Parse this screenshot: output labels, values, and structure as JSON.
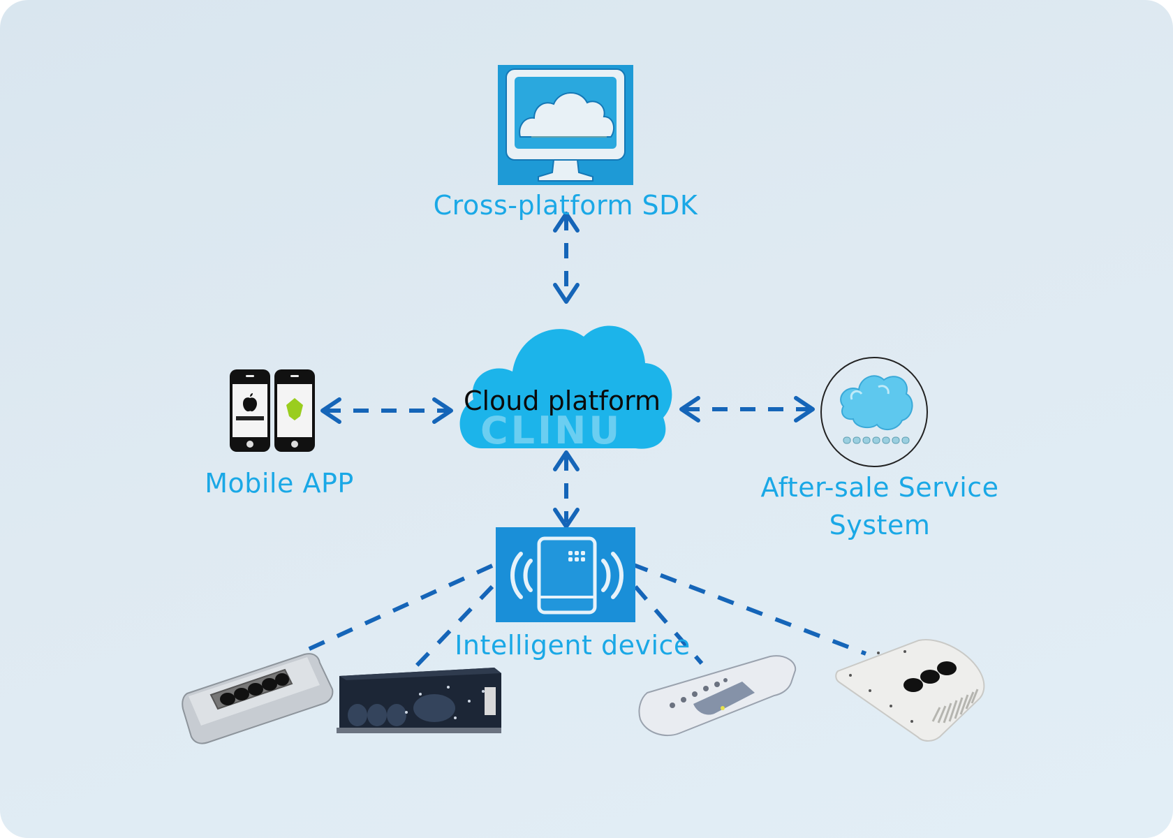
{
  "diagram": {
    "title": "Cloud platform architecture",
    "nodes": {
      "cloud_platform": {
        "label": "Cloud platform",
        "icon": "cloud-icon"
      },
      "sdk": {
        "label": "Cross-platform SDK",
        "icon": "monitor-cloud-icon"
      },
      "mobile_app": {
        "label": "Mobile APP",
        "icon": "smartphones-icon"
      },
      "after_sale": {
        "label_line1": "After-sale Service",
        "label_line2": "System",
        "icon": "service-cloud-icon"
      },
      "intelligent_device": {
        "label": "Intelligent device",
        "icon": "wireless-device-icon"
      }
    },
    "devices": [
      {
        "name": "roof-ac-unit-silver",
        "icon": "ac-unit-icon"
      },
      {
        "name": "duct-unit-dark",
        "icon": "duct-unit-icon"
      },
      {
        "name": "slim-ac-unit",
        "icon": "ac-unit-icon"
      },
      {
        "name": "white-ac-unit",
        "icon": "ac-unit-icon"
      }
    ],
    "edges": [
      {
        "from": "sdk",
        "to": "cloud_platform",
        "style": "dashed",
        "direction": "bidirectional"
      },
      {
        "from": "mobile_app",
        "to": "cloud_platform",
        "style": "dashed",
        "direction": "bidirectional"
      },
      {
        "from": "cloud_platform",
        "to": "after_sale",
        "style": "dashed",
        "direction": "bidirectional"
      },
      {
        "from": "cloud_platform",
        "to": "intelligent_device",
        "style": "dashed",
        "direction": "bidirectional"
      },
      {
        "from": "intelligent_device",
        "to": "roof-ac-unit-silver",
        "style": "dashed"
      },
      {
        "from": "intelligent_device",
        "to": "duct-unit-dark",
        "style": "dashed"
      },
      {
        "from": "intelligent_device",
        "to": "slim-ac-unit",
        "style": "dashed"
      },
      {
        "from": "intelligent_device",
        "to": "white-ac-unit",
        "style": "dashed"
      }
    ],
    "watermark": "CLINU"
  },
  "colors": {
    "label": "#1aa8e6",
    "arrow": "#1565b8",
    "cloud": "#1cb4ea",
    "box": "#1a8fd8",
    "background": "#dde9f1"
  }
}
